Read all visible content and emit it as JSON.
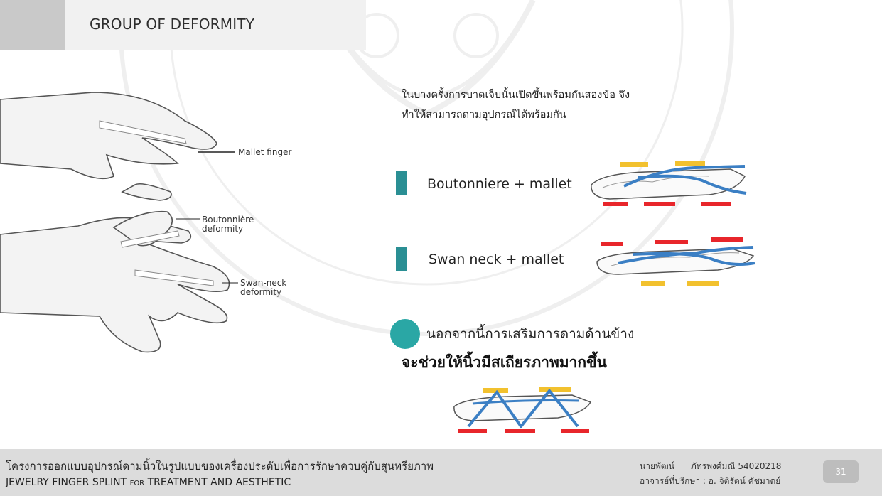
{
  "header": {
    "title": "GROUP OF DEFORMITY"
  },
  "intro": {
    "line1": "ในบางครั้งการบาดเจ็บนั้นเปิดขึ้นพร้อมกันสองข้อ จึง",
    "line2": "ทำให้สามารถดามอุปกรณ์ได้พร้อมกัน"
  },
  "figure_labels": {
    "mallet": "Mallet finger",
    "boutonniere_1": "Boutonnière",
    "boutonniere_2": "deformity",
    "swan_1": "Swan-neck",
    "swan_2": "deformity"
  },
  "items": [
    {
      "label": "Boutonniere + mallet"
    },
    {
      "label": "Swan neck + mallet"
    }
  ],
  "note": {
    "line1": "นอกจากนี้การเสริมการดามด้านข้าง",
    "line2": "จะช่วยให้นิ้วมีสเถียรภาพมากขึ้น"
  },
  "footer": {
    "thai_title": "โครงการออกแบบอุปกรณ์ดามนิ้วในรูปแบบของเครื่องประดับเพื่อการรักษาควบคู่กับสุนทรียภาพ",
    "en_title_a": "JEWELRY FINGER SPLINT",
    "en_title_for": "FOR",
    "en_title_b": "TREATMENT AND AESTHETIC",
    "student": "นายพัฒน์      ภัทรพงศ์มณี 54020218",
    "advisor": "อาจารย์ที่ปรึกษา : อ. จิติรัตน์ คัชมาตย์",
    "page": "31"
  },
  "colors": {
    "teal": "#2a8f94",
    "tendon": "#3b7fc4",
    "splint_yellow": "#f2c12e",
    "splint_red": "#e8262b"
  }
}
